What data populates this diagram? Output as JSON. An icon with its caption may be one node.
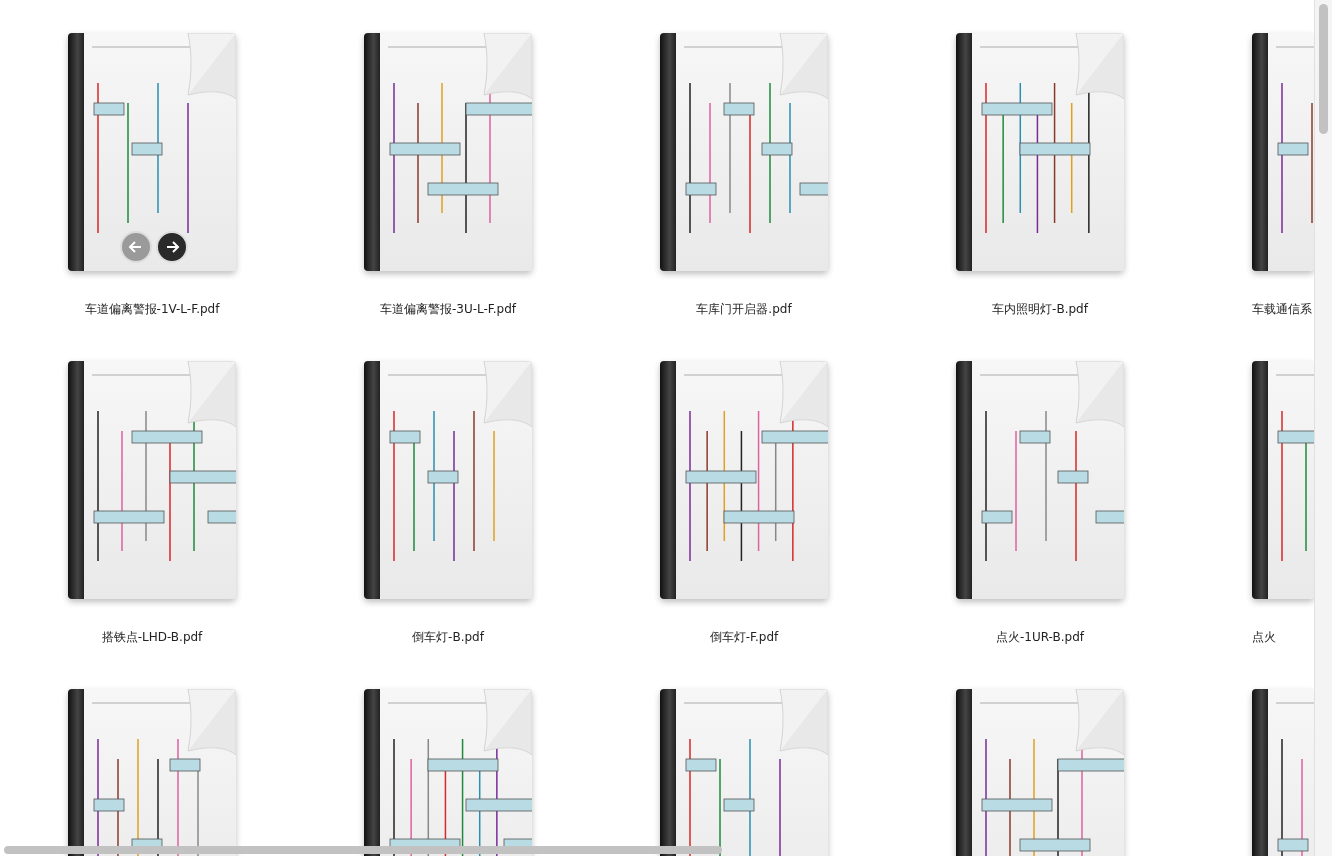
{
  "diagram": {
    "nodes": [
      {
        "text": [],
        "shape": "picture",
        "beside": [
          "车道偏离警报-1V-L-F.pdf"
        ]
      },
      {
        "text": [],
        "shape": "picture",
        "beside": [
          "车道偏离警报-3U-L-F.pdf"
        ]
      },
      {
        "text": [],
        "shape": "picture",
        "beside": [
          "车库门开启器.pdf"
        ]
      },
      {
        "text": [],
        "shape": "picture",
        "beside": [
          "车内照明灯-B.pdf"
        ]
      },
      {
        "text": [],
        "shape": "picture",
        "beside": [
          "车载通信系"
        ]
      },
      {
        "text": [],
        "shape": "picture",
        "beside": [
          "搭铁点-LHD-B.pdf"
        ]
      },
      {
        "text": [],
        "shape": "picture",
        "beside": [
          "倒车灯-B.pdf"
        ]
      },
      {
        "text": [],
        "shape": "picture",
        "beside": [
          "倒车灯-F.pdf"
        ]
      },
      {
        "text": [],
        "shape": "picture",
        "beside": [
          "点火-1UR-B.pdf"
        ]
      },
      {
        "text": [],
        "shape": "picture",
        "beside": [
          "点火"
        ]
      },
      {
        "text": [],
        "shape": "picture"
      },
      {
        "text": [],
        "shape": "picture"
      },
      {
        "text": [],
        "shape": "picture"
      },
      {
        "text": [],
        "shape": "picture"
      },
      {
        "text": [],
        "shape": "picture"
      }
    ]
  }
}
